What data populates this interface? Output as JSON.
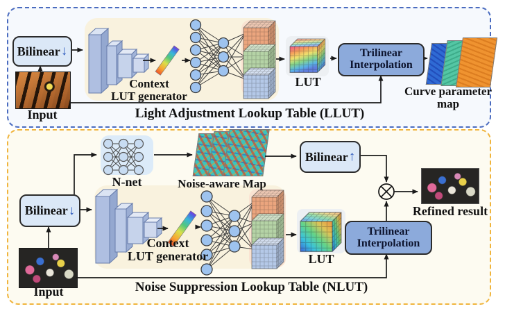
{
  "figure": {
    "type": "architecture-diagram",
    "panels": [
      "LLUT",
      "NLUT"
    ]
  },
  "llut": {
    "caption": "Light Adjustment Lookup Table (LLUT)",
    "bilinear": {
      "label": "Bilinear",
      "arrow": "↓"
    },
    "input_label": "Input",
    "generator": {
      "line1": "Context",
      "line2": "LUT generator"
    },
    "lut_label": "LUT",
    "trilinear": {
      "line1": "Trilinear",
      "line2": "Interpolation"
    },
    "curve_map": {
      "line1": "Curve parameter",
      "line2": "map"
    }
  },
  "nlut": {
    "caption": "Noise Suppression Lookup Table (NLUT)",
    "bilinear_down": {
      "label": "Bilinear",
      "arrow": "↓"
    },
    "bilinear_up": {
      "label": "Bilinear",
      "arrow": "↑"
    },
    "nnet_label": "N-net",
    "noise_map_label": "Noise-aware Map",
    "input_label": "Input",
    "generator": {
      "line1": "Context",
      "line2": "LUT generator"
    },
    "lut_label": "LUT",
    "trilinear": {
      "line1": "Trilinear",
      "line2": "Interpolation"
    },
    "refined_label": "Refined result",
    "multiply_symbol": "⊗"
  },
  "colors": {
    "llut_border": "#4a6bbf",
    "llut_fill": "#f6f9fd",
    "nlut_border": "#f0b43c",
    "nlut_fill": "#fdfbf1",
    "bilinear_box_fill": "#dbe8f7",
    "trilinear_box_fill": "#8caadb",
    "blue_arrow_glyph": "#2a58bd",
    "generator_bg": "#f9f2de",
    "cubes_bg": "#fae3d2",
    "cube_orange": "#eba57e",
    "cube_green": "#b5d3a6",
    "cube_blue": "#b5c9e8",
    "neuron_fill": "#9ec3ef",
    "nnet_bg": "#dcebf9",
    "line_color": "#1a1a1a"
  }
}
